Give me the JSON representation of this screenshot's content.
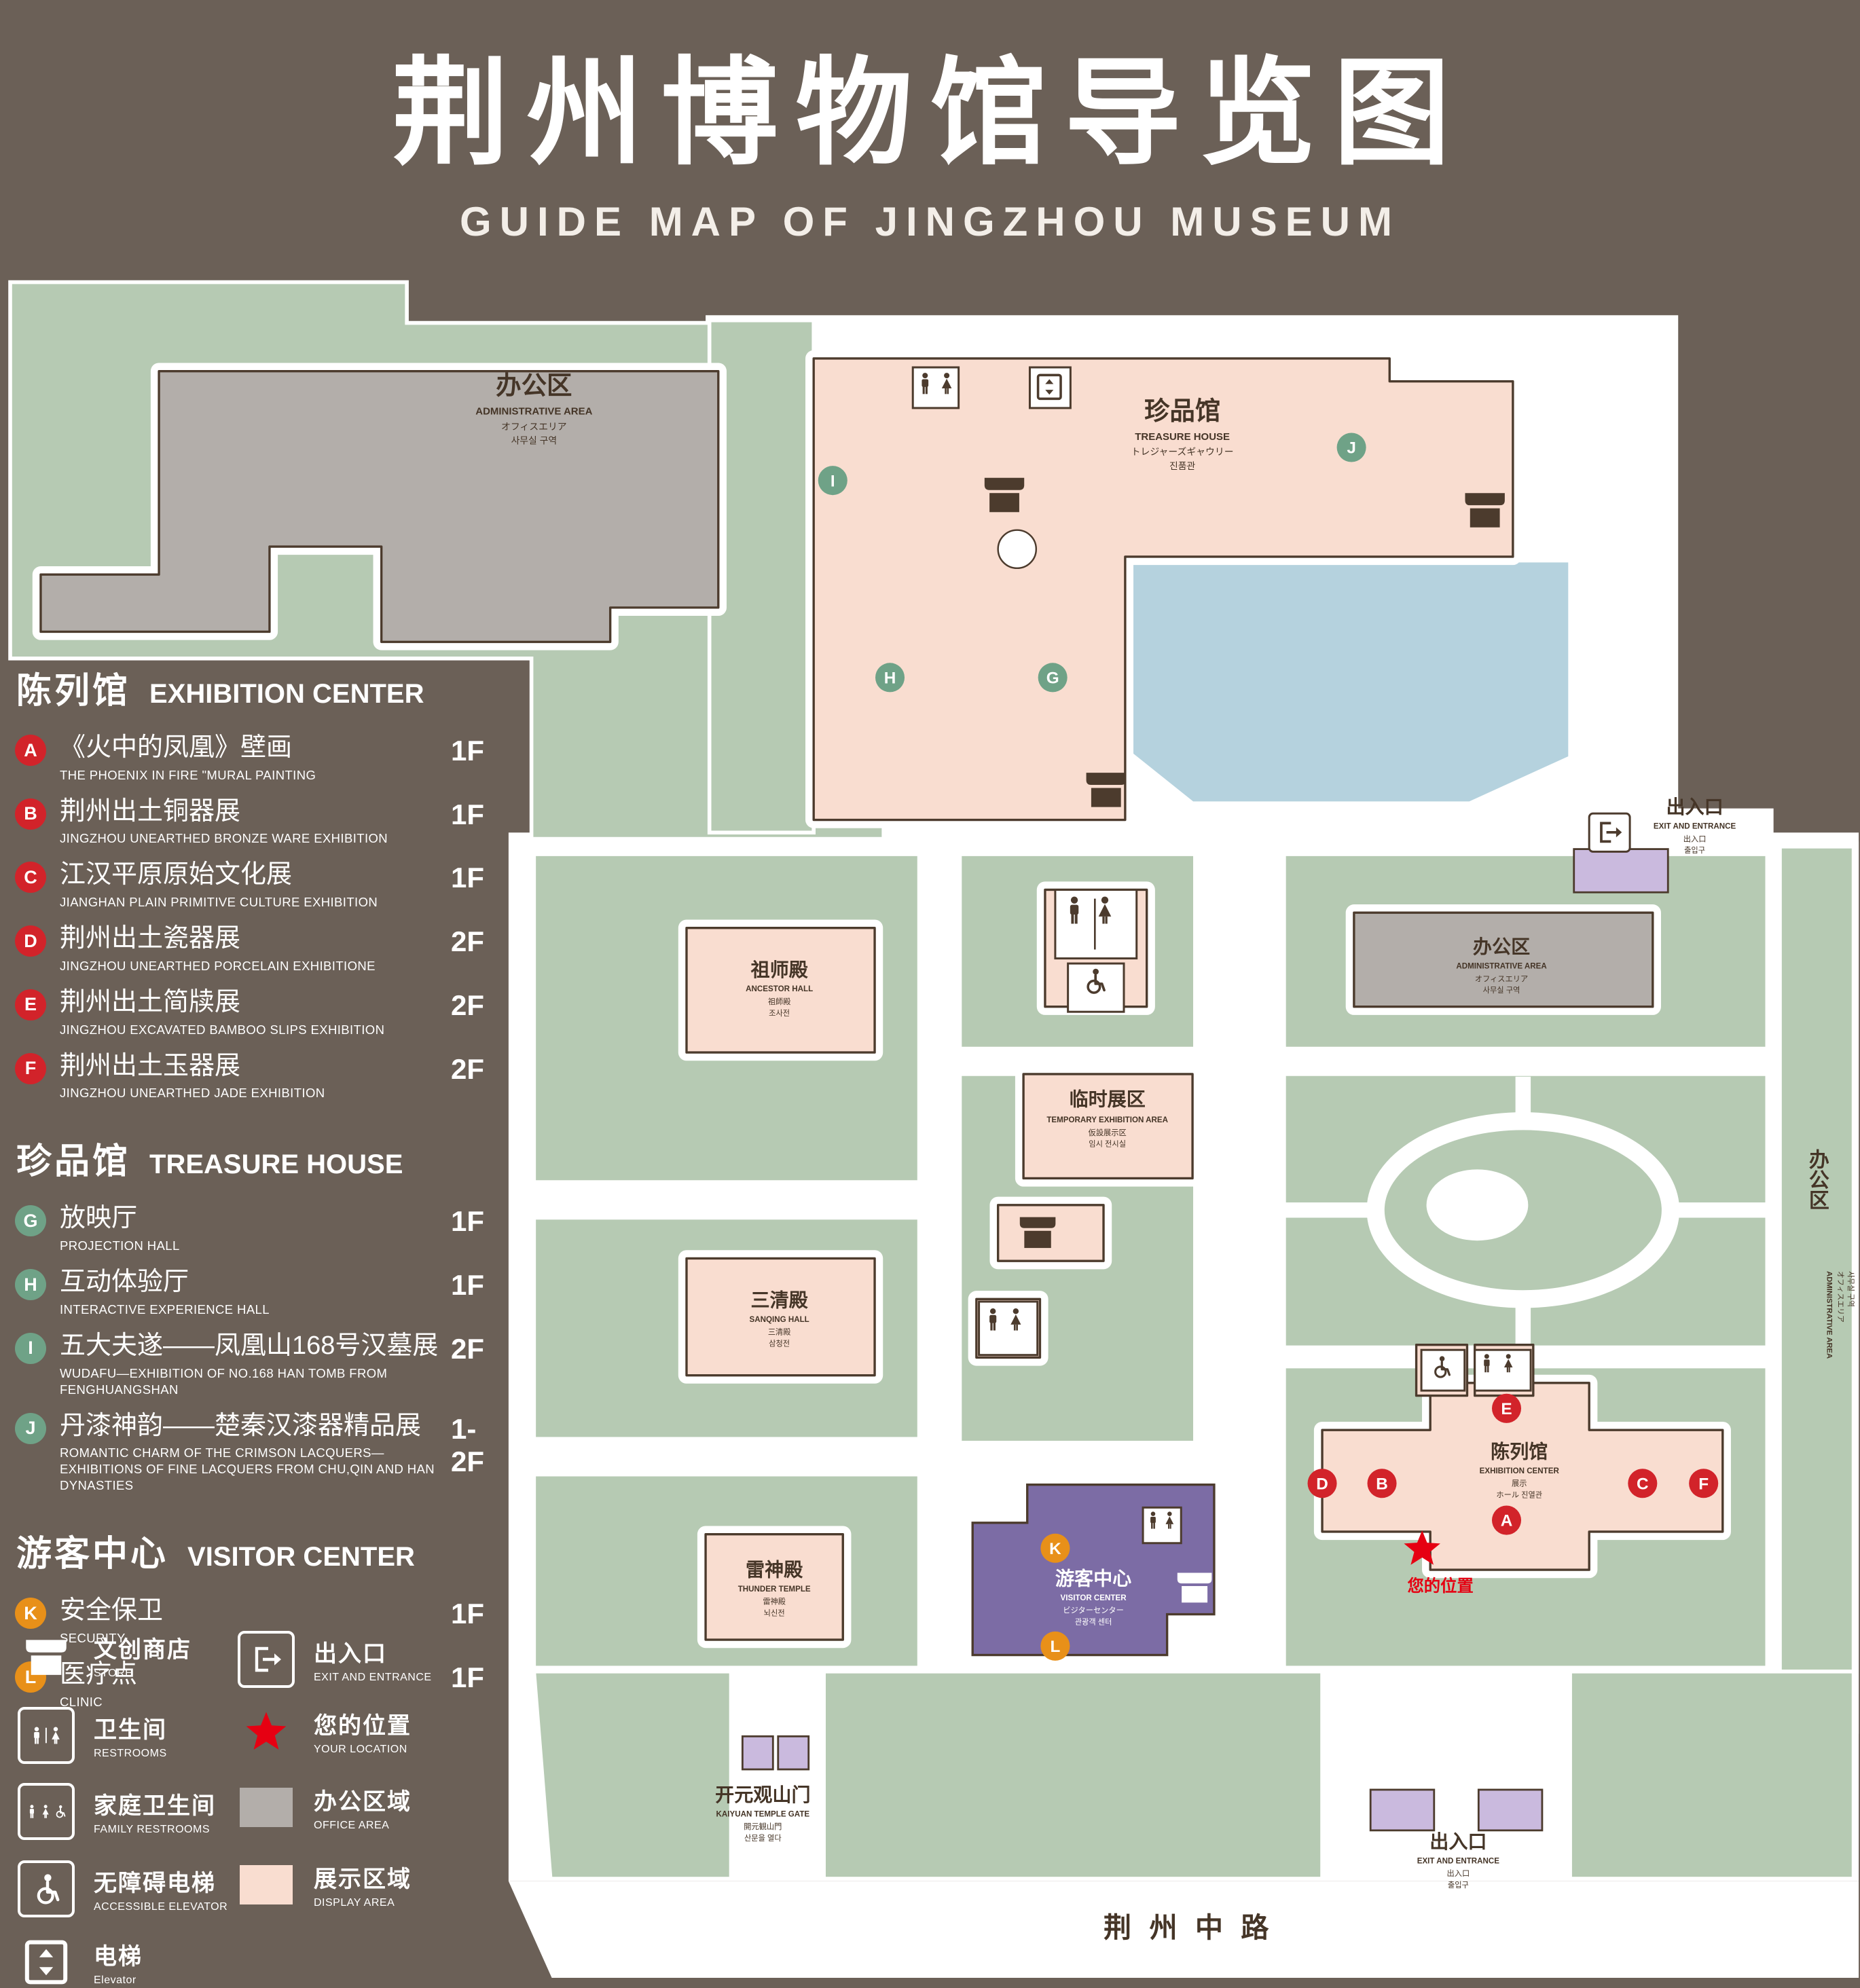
{
  "header": {
    "title": "荆州博物馆导览图",
    "subtitle": "GUIDE MAP OF JINGZHOU MUSEUM"
  },
  "legend": {
    "sections": [
      {
        "zh": "陈列馆",
        "en": "EXHIBITION CENTER",
        "items": [
          {
            "letter": "A",
            "zh": "《火中的凤凰》壁画",
            "en": "THE PHOENIX IN FIRE \"MURAL PAINTING",
            "floor": "1F"
          },
          {
            "letter": "B",
            "zh": "荆州出土铜器展",
            "en": "JINGZHOU UNEARTHED BRONZE WARE EXHIBITION",
            "floor": "1F"
          },
          {
            "letter": "C",
            "zh": "江汉平原原始文化展",
            "en": "JIANGHAN PLAIN PRIMITIVE CULTURE EXHIBITION",
            "floor": "1F"
          },
          {
            "letter": "D",
            "zh": "荆州出土瓷器展",
            "en": "JINGZHOU UNEARTHED PORCELAIN EXHIBITIONE",
            "floor": "2F"
          },
          {
            "letter": "E",
            "zh": "荆州出土简牍展",
            "en": "JINGZHOU EXCAVATED BAMBOO SLIPS EXHIBITION",
            "floor": "2F"
          },
          {
            "letter": "F",
            "zh": "荆州出土玉器展",
            "en": "JINGZHOU UNEARTHED JADE EXHIBITION",
            "floor": "2F"
          }
        ]
      },
      {
        "zh": "珍品馆",
        "en": "TREASURE HOUSE",
        "items": [
          {
            "letter": "G",
            "zh": "放映厅",
            "en": "PROJECTION HALL",
            "floor": "1F"
          },
          {
            "letter": "H",
            "zh": "互动体验厅",
            "en": "INTERACTIVE EXPERIENCE HALL",
            "floor": "1F"
          },
          {
            "letter": "I",
            "zh": "五大夫遂——凤凰山168号汉墓展",
            "en": "WUDAFU—EXHIBITION OF NO.168 HAN TOMB FROM FENGHUANGSHAN",
            "floor": "2F"
          },
          {
            "letter": "J",
            "zh": "丹漆神韵——楚秦汉漆器精品展",
            "en": "ROMANTIC CHARM OF THE CRIMSON LACQUERS—EXHIBITIONS OF FINE LACQUERS FROM CHU,QIN AND HAN DYNASTIES",
            "floor": "1-2F"
          }
        ]
      },
      {
        "zh": "游客中心",
        "en": "VISITOR CENTER",
        "items": [
          {
            "letter": "K",
            "zh": "安全保卫",
            "en": "SECURITY",
            "floor": "1F"
          },
          {
            "letter": "L",
            "zh": "医疗点",
            "en": "CLINIC",
            "floor": "1F"
          }
        ]
      }
    ],
    "symbols": {
      "store": {
        "zh": "文创商店",
        "en": "STORE"
      },
      "restroom": {
        "zh": "卫生间",
        "en": "RESTROOMS"
      },
      "family_restroom": {
        "zh": "家庭卫生间",
        "en": "FAMILY RESTROOMS"
      },
      "accessible_elevator": {
        "zh": "无障碍电梯",
        "en": "ACCESSIBLE ELEVATOR"
      },
      "elevator": {
        "zh": "电梯",
        "en": "Elevator"
      },
      "exit": {
        "zh": "出入口",
        "en": "EXIT AND ENTRANCE"
      },
      "location": {
        "zh": "您的位置",
        "en": "YOUR LOCATION"
      },
      "office": {
        "zh": "办公区域",
        "en": "OFFICE AREA"
      },
      "display": {
        "zh": "展示区域",
        "en": "DISPLAY AREA"
      }
    }
  },
  "map_labels": {
    "admin_nw": {
      "zh": "办公区",
      "en": "ADMINISTRATIVE AREA",
      "ja": "オフィスエリア",
      "ko": "사무실 구역"
    },
    "treasure_house": {
      "zh": "珍品馆",
      "en": "TREASURE HOUSE",
      "ja": "トレジャーズギャウリー",
      "ko": "진품관"
    },
    "exit_east": {
      "zh": "出入口",
      "en": "EXIT AND ENTRANCE",
      "ja": "出入口",
      "ko": "출입구"
    },
    "ancestor_hall": {
      "zh": "祖师殿",
      "en": "ANCESTOR HALL",
      "ja": "祖師殿",
      "ko": "조사전"
    },
    "admin_mid": {
      "zh": "办公区",
      "en": "ADMINISTRATIVE AREA",
      "ja": "オフィスエリア",
      "ko": "사무실 구역"
    },
    "temp_area": {
      "zh": "临时展区",
      "en": "TEMPORARY EXHIBITION AREA",
      "ja": "仮設展示区",
      "ko": "임시 전시실"
    },
    "sanqing_hall": {
      "zh": "三清殿",
      "en": "SANQING HALL",
      "ja": "三清殿",
      "ko": "삼청전"
    },
    "thunder_temple": {
      "zh": "雷神殿",
      "en": "THUNDER TEMPLE",
      "ja": "雷神殿",
      "ko": "뇌신전"
    },
    "visitor_center": {
      "zh": "游客中心",
      "en": "VISITOR CENTER",
      "ja": "ビジターセンター",
      "ko": "관광객 센터"
    },
    "exhibition_center": {
      "zh": "陈列馆",
      "en": "EXHIBITION CENTER",
      "ja": "展示",
      "ko": "ホール 진열관"
    },
    "your_location": {
      "zh": "您的位置"
    },
    "gate": {
      "zh": "开元观山门",
      "en": "KAIYUAN TEMPLE GATE",
      "ja": "開元観山門",
      "ko": "산문을 열다"
    },
    "exit_south": {
      "zh": "出入口",
      "en": "EXIT AND ENTRANCE",
      "ja": "出入口",
      "ko": "출입구"
    },
    "road": {
      "zh": "荆州中路"
    },
    "admin_east": {
      "zh": "办公区",
      "en": "ADMINISTRATIVE AREA",
      "ja": "オフィスエリア",
      "ko": "사무실 구역"
    }
  },
  "map_markers": {
    "A": "A",
    "B": "B",
    "C": "C",
    "D": "D",
    "E": "E",
    "F": "F",
    "G": "G",
    "H": "H",
    "I": "I",
    "J": "J",
    "K": "K",
    "L": "L"
  },
  "icons": {
    "store-icon": "awning-stall",
    "restroom-icon": "man-woman-figures",
    "family-restroom-icon": "man-woman-wheelchair-figures",
    "accessible-elevator-icon": "wheelchair-in-box",
    "elevator-icon": "up-down-triangles-in-box",
    "exit-icon": "door-with-arrow",
    "your-location-icon": "red-star",
    "office-swatch": "gray-rect",
    "display-swatch": "pink-rect"
  },
  "colors": {
    "background": "#6b6057",
    "lawn": "#b6cab3",
    "path": "#ffffff",
    "display_area": "#f9ddd0",
    "office_area": "#b3aeaa",
    "water": "#b5d2de",
    "visitor_center": "#7c6ca5",
    "entrance": "#cabade",
    "marker_red": "#d2232a",
    "marker_green": "#6fa287",
    "marker_orange": "#e89019",
    "location_red": "#e60012",
    "map_text": "#4c3b2d"
  }
}
